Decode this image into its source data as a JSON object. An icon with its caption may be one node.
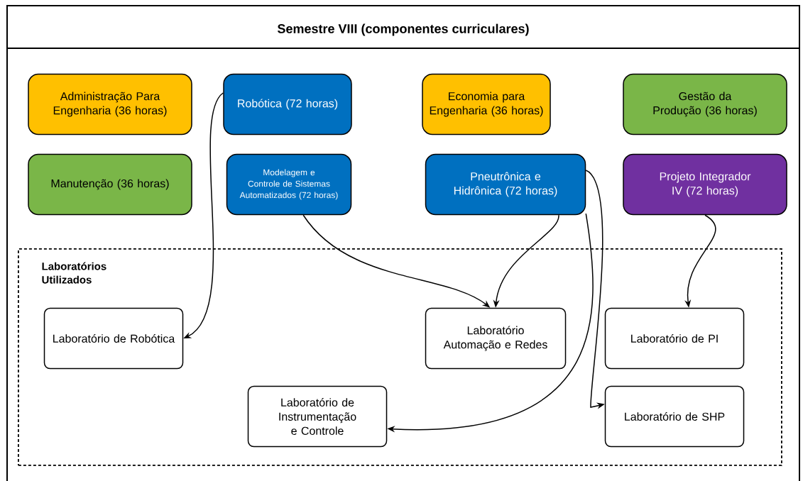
{
  "diagram": {
    "title": "Semestre VIII (componentes curriculares)",
    "nodes": [
      {
        "text": [
          "Administração Para Engenharia (36 horas)"
        ]
      },
      {
        "text": [
          "Robótica (72 horas)"
        ]
      },
      {
        "text": [
          "Economia para Engenharia (36 horas)"
        ]
      },
      {
        "text": [
          "Gestão da Produção (36 horas)"
        ]
      },
      {
        "text": [
          "Manutenção (36 horas)"
        ]
      },
      {
        "text": [
          "Modelagem e Controle de Sistemas Automatizados (72 horas)"
        ]
      },
      {
        "text": [
          "Pneutrônica e Hidrônica (72 horas)"
        ]
      },
      {
        "text": [
          "Projeto Integrador IV (72 horas)"
        ]
      },
      {
        "text": [
          "Laboratórios Utilizados"
        ]
      },
      {
        "text": [
          "Laboratório de Robótica"
        ],
        "in": 8
      },
      {
        "text": [
          "Laboratório Automação e Redes"
        ],
        "in": 8
      },
      {
        "text": [
          "Laboratório de PI"
        ],
        "in": 8
      },
      {
        "text": [
          "Laboratório de Instrumentação e Controle"
        ],
        "in": 8
      },
      {
        "text": [
          "Laboratório de SHP"
        ],
        "in": 8
      }
    ],
    "edges": [
      {
        "from": 1,
        "to": 9,
        "arrow": "to"
      },
      {
        "from": 5,
        "to": 10,
        "arrow": "to"
      },
      {
        "from": 6,
        "to": 10,
        "arrow": "to"
      },
      {
        "from": 6,
        "to": 12,
        "arrow": "to"
      },
      {
        "from": 6,
        "to": 13,
        "arrow": "to"
      },
      {
        "from": 7,
        "to": 11,
        "arrow": "to"
      }
    ]
  }
}
